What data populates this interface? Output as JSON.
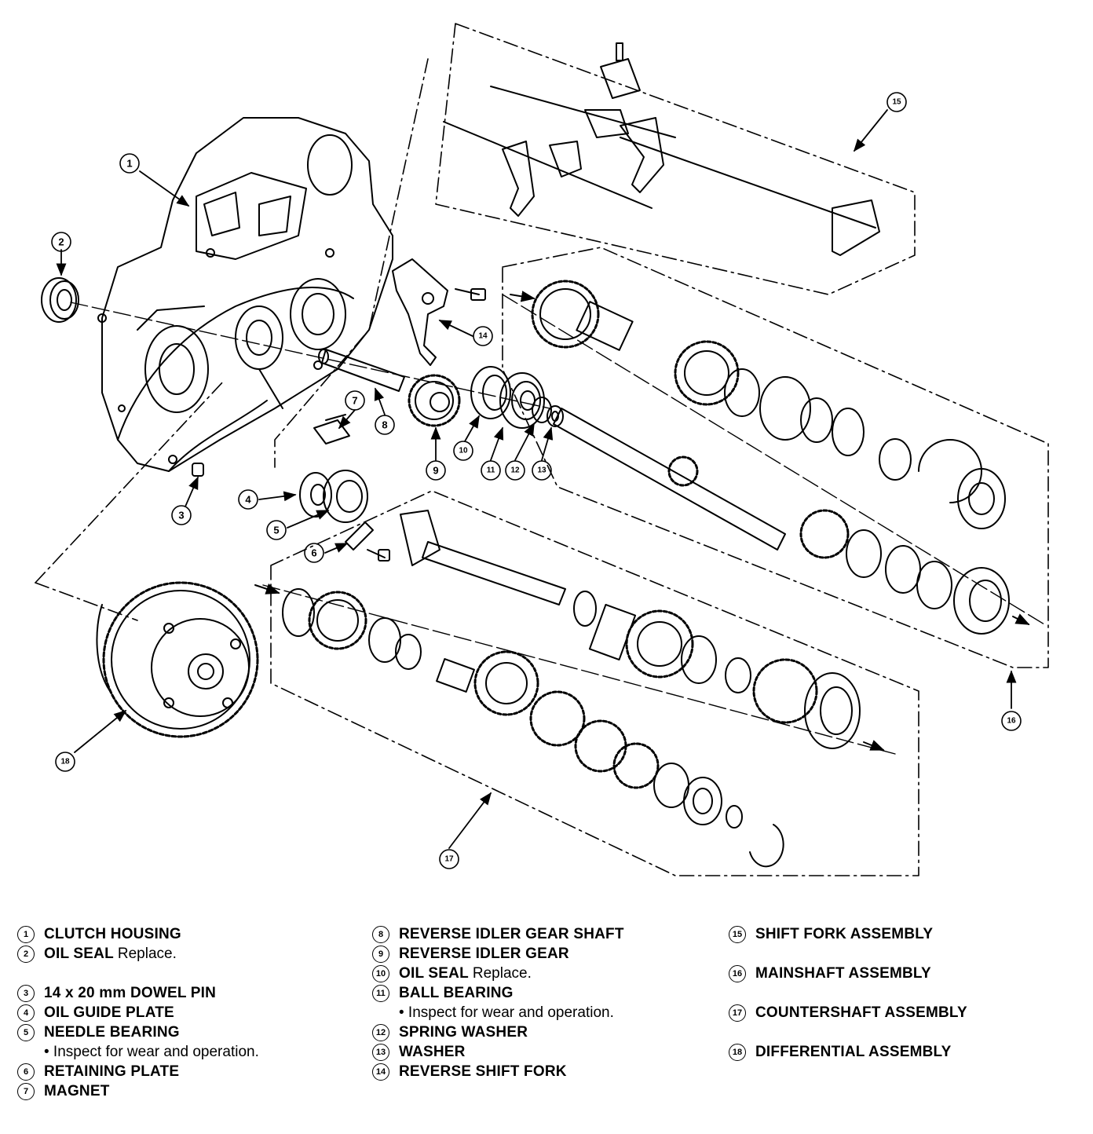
{
  "diagram": {
    "callouts": [
      "1",
      "2",
      "3",
      "4",
      "5",
      "6",
      "7",
      "8",
      "9",
      "10",
      "11",
      "12",
      "13",
      "14",
      "15",
      "16",
      "17",
      "18"
    ]
  },
  "legend": {
    "col1": [
      {
        "num": "1",
        "name": "CLUTCH HOUSING",
        "note": ""
      },
      {
        "num": "2",
        "name": "OIL SEAL",
        "note": "Replace."
      },
      {
        "num": "3",
        "name": "14 x 20 mm DOWEL PIN",
        "note": ""
      },
      {
        "num": "4",
        "name": "OIL GUIDE PLATE",
        "note": ""
      },
      {
        "num": "5",
        "name": "NEEDLE BEARING",
        "note": "",
        "sub": "• Inspect for wear and operation."
      },
      {
        "num": "6",
        "name": "RETAINING PLATE",
        "note": ""
      },
      {
        "num": "7",
        "name": "MAGNET",
        "note": ""
      }
    ],
    "col2": [
      {
        "num": "8",
        "name": "REVERSE IDLER GEAR SHAFT",
        "note": ""
      },
      {
        "num": "9",
        "name": "REVERSE IDLER GEAR",
        "note": ""
      },
      {
        "num": "10",
        "name": "OIL SEAL",
        "note": "Replace."
      },
      {
        "num": "11",
        "name": "BALL BEARING",
        "note": "",
        "sub": "• Inspect for wear and operation."
      },
      {
        "num": "12",
        "name": "SPRING WASHER",
        "note": ""
      },
      {
        "num": "13",
        "name": "WASHER",
        "note": ""
      },
      {
        "num": "14",
        "name": "REVERSE SHIFT FORK",
        "note": ""
      }
    ],
    "col3": [
      {
        "num": "15",
        "name": "SHIFT FORK ASSEMBLY",
        "note": ""
      },
      {
        "num": "16",
        "name": "MAINSHAFT ASSEMBLY",
        "note": ""
      },
      {
        "num": "17",
        "name": "COUNTERSHAFT ASSEMBLY",
        "note": ""
      },
      {
        "num": "18",
        "name": "DIFFERENTIAL ASSEMBLY",
        "note": ""
      }
    ]
  }
}
